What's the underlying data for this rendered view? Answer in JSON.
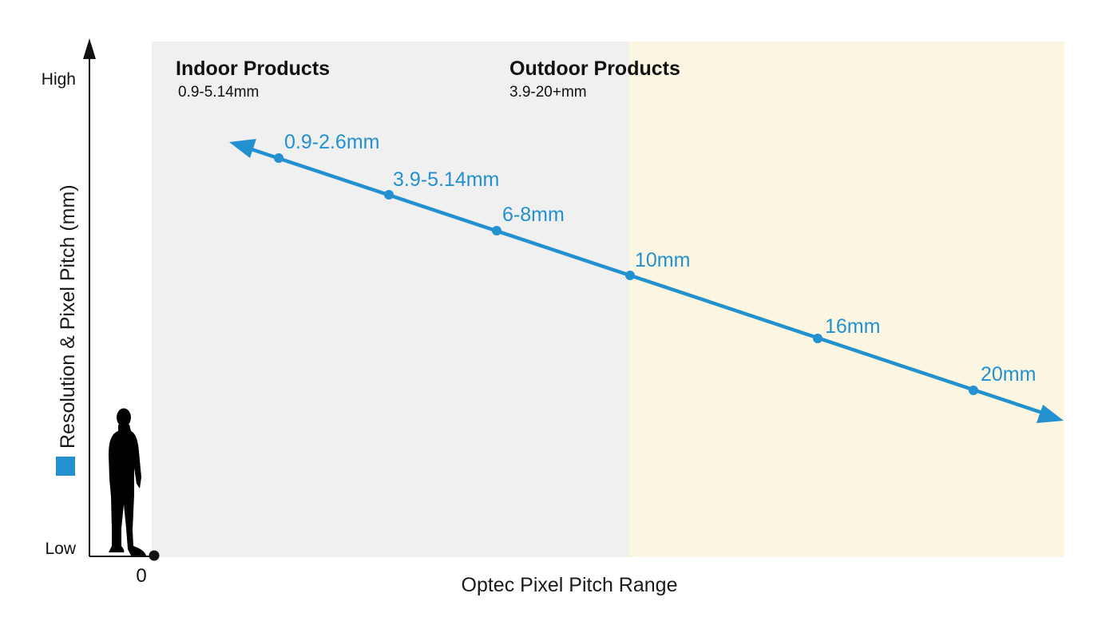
{
  "regions": [
    {
      "title": "Indoor Products",
      "range": "0.9-5.14mm",
      "color": "#eff0ef"
    },
    {
      "title": "Outdoor Products",
      "range": "3.9-20+mm",
      "color": "#fbf6e1"
    }
  ],
  "y_axis": {
    "title": "Resolution & Pixel Pitch (mm)",
    "high_label": "High",
    "low_label": "Low",
    "legend_swatch_color": "#2391d0"
  },
  "x_axis": {
    "title": "Optec Pixel Pitch Range",
    "origin_label": "0"
  },
  "trend": {
    "color": "#2391d0",
    "direction": "descending",
    "points": [
      {
        "label": "0.9-2.6mm"
      },
      {
        "label": "3.9-5.14mm"
      },
      {
        "label": "6-8mm"
      },
      {
        "label": "10mm"
      },
      {
        "label": "16mm"
      },
      {
        "label": "20mm"
      }
    ]
  },
  "figure": {
    "icon": "person-silhouette-icon"
  }
}
